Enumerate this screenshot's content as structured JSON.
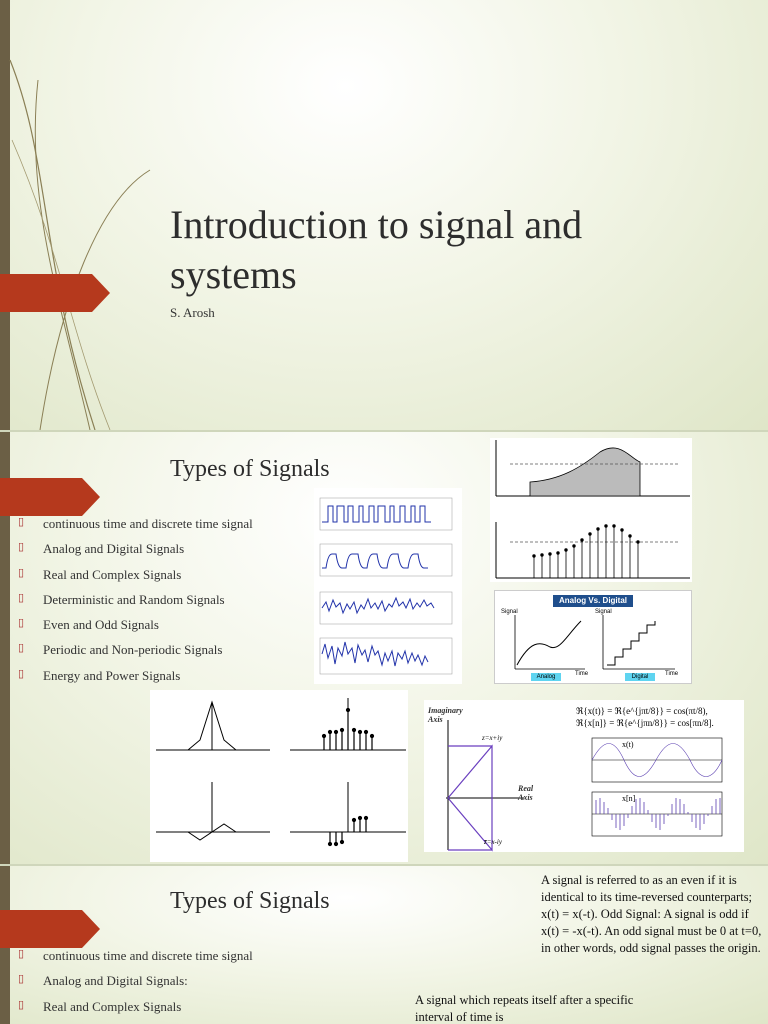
{
  "slide1": {
    "title": "Introduction to signal and systems",
    "author": "S. Arosh"
  },
  "slide2": {
    "title": "Types of Signals",
    "bullets": [
      "continuous time and discrete time signal",
      "Analog and Digital Signals",
      "Real and Complex Signals",
      "Deterministic and Random Signals",
      "Even and Odd Signals",
      "Periodic and Non-periodic Signals",
      "Energy and Power Signals"
    ],
    "analog_digital": {
      "title": "Analog Vs. Digital",
      "signal_label": "Signal",
      "time_label": "Time",
      "analog_label": "Analog",
      "digital_label": "Digital"
    },
    "complex": {
      "imag_axis": "Imaginary Axis",
      "real_axis": "Real Axis",
      "eq1": "ℜ{x(t)} = ℜ{e^{jπt/8}} = cos(πt/8),",
      "eq2": "ℜ{x[n]} = ℜ{e^{jπn/8}} = cos[πn/8].",
      "xt": "x(t)",
      "xn": "x[n]",
      "z_plus": "z=x+iy",
      "z_minus": "z̄=x-iy"
    }
  },
  "slide3": {
    "title": "Types of Signals",
    "bullets": [
      "continuous time and discrete time signal",
      "Analog and Digital Signals:",
      "Real and Complex Signals"
    ],
    "even_odd_text": "A signal is referred to as an even if it is identical to its time-reversed counterparts; x(t) = x(-t). Odd Signal: A signal is odd if x(t) = -x(-t). An odd signal must be 0 at t=0, in other words, odd signal passes the origin.",
    "periodic_text": "A signal which repeats itself after a specific interval of time is"
  },
  "colors": {
    "accent": "#b5391d",
    "bar": "#6b5f45"
  }
}
